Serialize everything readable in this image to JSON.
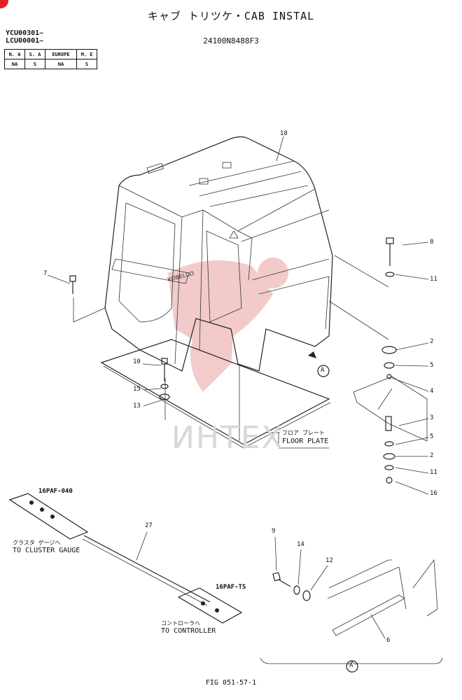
{
  "header": {
    "title": "キャブ トリツケ・CAB INSTAL",
    "serial_1": "YCU00301~",
    "serial_2": "LCU00001~",
    "part_number": "24100N8488F3"
  },
  "availability_table": {
    "headers": [
      "N. A",
      "S. A",
      "EUROPE",
      "M. E"
    ],
    "values": [
      "NA",
      "S",
      "NA",
      "S"
    ]
  },
  "callouts": {
    "c18": "18",
    "c8": "8",
    "c11a": "11",
    "c7": "7",
    "c2a": "2",
    "c5a": "5",
    "c4": "4",
    "c10": "10",
    "c15": "15",
    "c13": "13",
    "c3": "3",
    "c5b": "5",
    "c2b": "2",
    "c11b": "11",
    "c16": "16",
    "c27": "27",
    "c9": "9",
    "c14": "14",
    "c12": "12",
    "c6": "6"
  },
  "labels": {
    "floor_plate_jp": "フロア プレート",
    "floor_plate": "FLOOR PLATE",
    "harness_1": "16PAF-040",
    "harness_2": "16PAF-TS",
    "cluster_jp": "クラスタ ゲージへ",
    "cluster": "TO CLUSTER GAUGE",
    "controller_jp": "コントローラへ",
    "controller": "TO CONTROLLER",
    "view_marker": "A",
    "view_marker_bottom": "A",
    "cab_brand": "KOBELCO"
  },
  "watermark": "ИНТЕХ",
  "figure_id": "FIG 051-57-1",
  "colors": {
    "watermark": "#e8a0a0",
    "ink": "#222222",
    "badge": "#e0202a"
  }
}
